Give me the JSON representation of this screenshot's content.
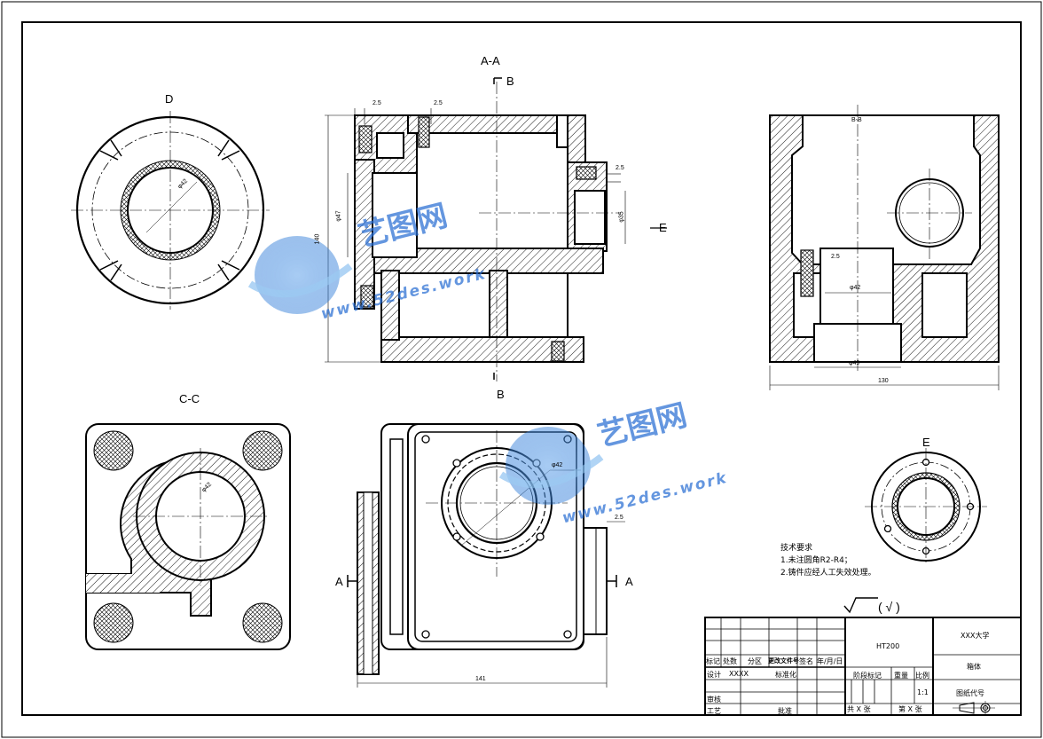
{
  "views": {
    "section_aa": "A-A",
    "section_bb": "B-B",
    "section_cc": "C-C",
    "view_d": "D",
    "view_e": "E",
    "cut_b": "B",
    "cut_a": "A",
    "arrow_e": "E"
  },
  "dims": {
    "d25": "2.5",
    "d140": "140",
    "d47": "φ47",
    "d35": "φ35",
    "d42": "φ42",
    "d49": "φ49",
    "d130": "130",
    "d141": "141"
  },
  "notes": {
    "title": "技术要求",
    "line1": "1.未注圆角R2-R4；",
    "line2": "2.铸件应经人工失效处理。"
  },
  "roughness": "( √ )",
  "title_block": {
    "material": "HT200",
    "school": "XXX大学",
    "part_name": "箱体",
    "drawing_no": "图纸代号",
    "biaoji": "标记",
    "chushu": "处数",
    "fenqu": "分区",
    "gengai": "更改文件号",
    "qianming": "签名",
    "date": "年/月/日",
    "sheji": "设计",
    "designer": "XXXX",
    "biaozhunhua": "标准化",
    "jieduan": "阶段标记",
    "zhongliang": "重量",
    "bili": "比例",
    "scale": "1:1",
    "shenhe": "审核",
    "gongyi": "工艺",
    "pizhun": "批准",
    "total_sheets": "共 X 张",
    "sheet_no": "第 X 张"
  },
  "watermark": {
    "cn": "艺图网",
    "url": "www.52des.work"
  }
}
